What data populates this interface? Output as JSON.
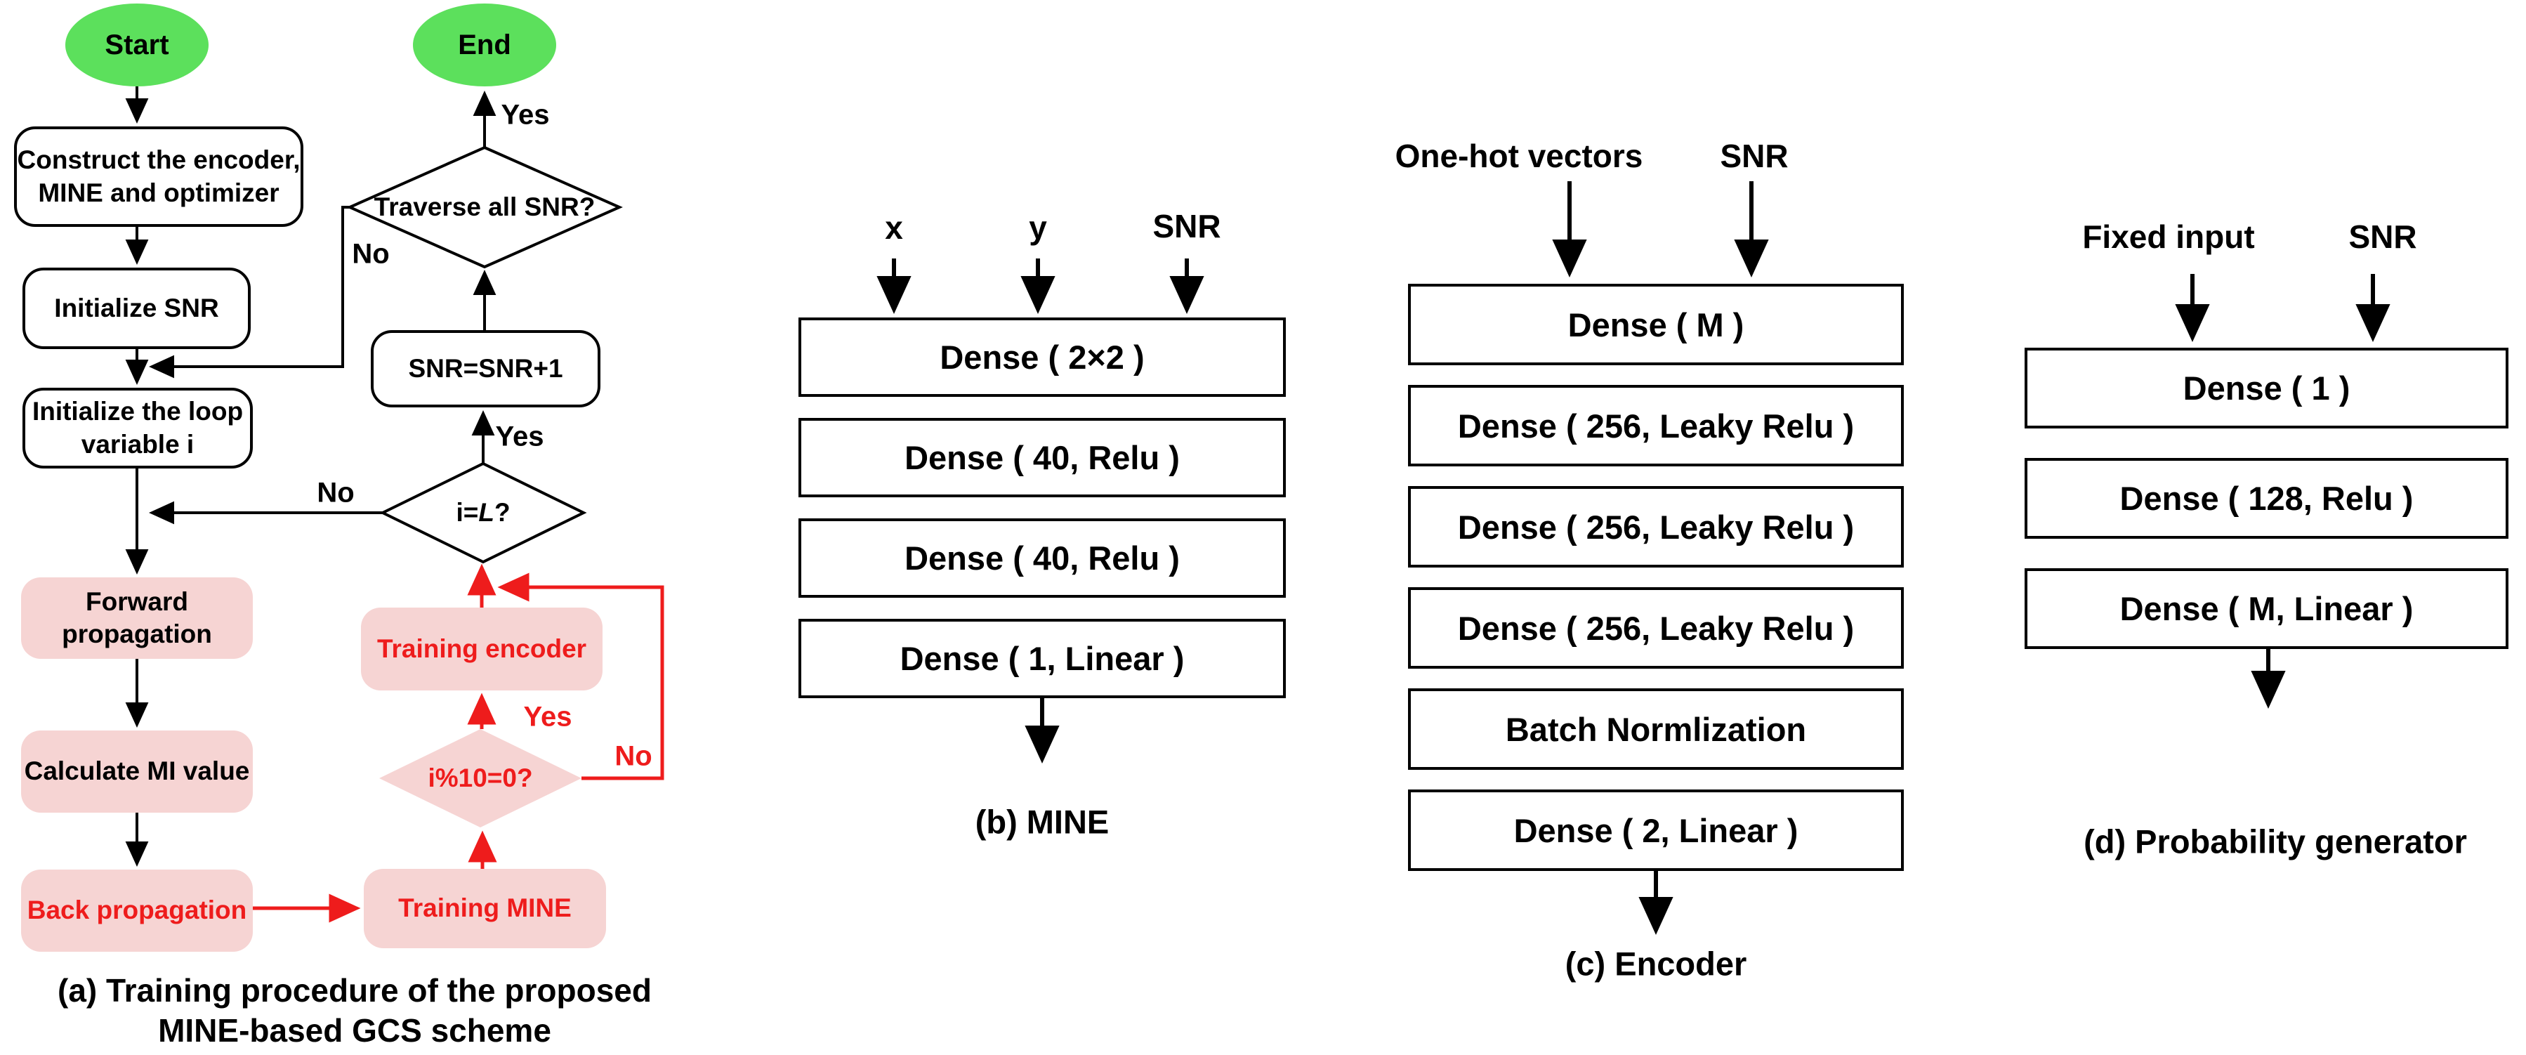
{
  "colors": {
    "green": "#5ce05c",
    "pink": "#f6d4d3",
    "red": "#ee1c1c",
    "black": "#000000"
  },
  "flowchart": {
    "nodes": {
      "start": "Start",
      "end": "End",
      "construct_line1": "Construct the encoder,",
      "construct_line2": "MINE and optimizer",
      "init_snr": "Initialize SNR",
      "init_loop_line1": "Initialize the loop",
      "init_loop_line2": "variable i",
      "traverse": "Traverse all SNR?",
      "snr_update": "SNR=SNR+1",
      "loop_check_prefix": "i=",
      "loop_check_var": "L",
      "loop_check_suffix": "?",
      "forward_line1": "Forward",
      "forward_line2": "propagation",
      "calc_mi": "Calculate MI value",
      "backprop": "Back propagation",
      "train_encoder": "Training encoder",
      "mod_check": "i%10=0?",
      "train_mine": "Training MINE"
    },
    "labels": {
      "yes_end": "Yes",
      "no_traverse": "No",
      "yes_snr": "Yes",
      "no_loop": "No",
      "yes_mod": "Yes",
      "no_mod": "No"
    },
    "caption_line1": "(a)  Training procedure of the proposed",
    "caption_line2": "MINE-based GCS scheme"
  },
  "mine": {
    "inputs": [
      "x",
      "y",
      "SNR"
    ],
    "layers": [
      "Dense ( 2×2 )",
      "Dense ( 40,  Relu )",
      "Dense ( 40,  Relu )",
      "Dense ( 1, Linear )"
    ],
    "caption": "(b)  MINE"
  },
  "encoder": {
    "inputs": [
      "One-hot vectors",
      "SNR"
    ],
    "layers": [
      "Dense ( M )",
      "Dense ( 256, Leaky Relu )",
      "Dense ( 256, Leaky Relu )",
      "Dense ( 256, Leaky Relu )",
      "Batch Normlization",
      "Dense ( 2, Linear )"
    ],
    "caption": "(c)  Encoder"
  },
  "generator": {
    "inputs": [
      "Fixed input",
      "SNR"
    ],
    "layers": [
      "Dense ( 1 )",
      "Dense ( 128,  Relu )",
      "Dense ( M, Linear )"
    ],
    "caption": "(d)  Probability generator"
  }
}
